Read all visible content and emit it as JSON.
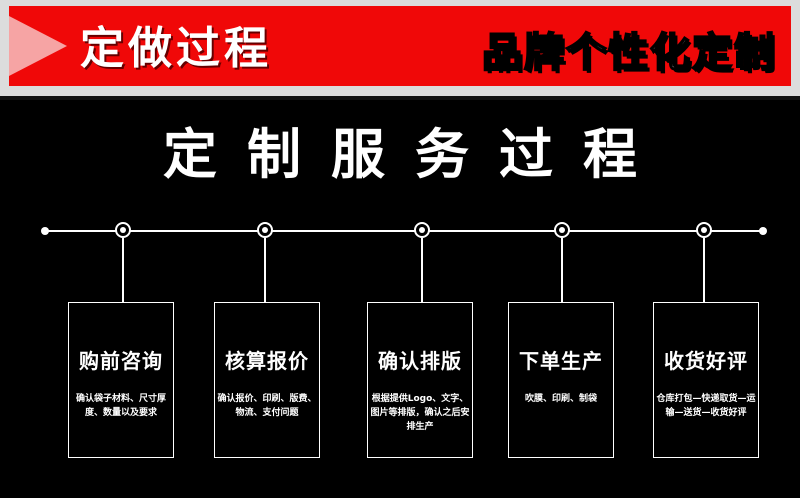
{
  "banner": {
    "left_title": "定做过程",
    "right_title": "品牌个性化定制",
    "bg_color": "#f00808"
  },
  "main_title": "定制服务过程",
  "steps": [
    {
      "title": "购前咨询",
      "desc": "确认袋子材料、尺寸厚度、数量以及要求"
    },
    {
      "title": "核算报价",
      "desc": "确认报价、印刷、版费、物流、支付问题"
    },
    {
      "title": "确认排版",
      "desc": "根据提供Logo、文字、图片等排版，确认之后安排生产"
    },
    {
      "title": "下单生产",
      "desc": "吹膜、印刷、制袋"
    },
    {
      "title": "收货好评",
      "desc": "仓库打包—快递取货—运输—送货—收货好评"
    }
  ]
}
